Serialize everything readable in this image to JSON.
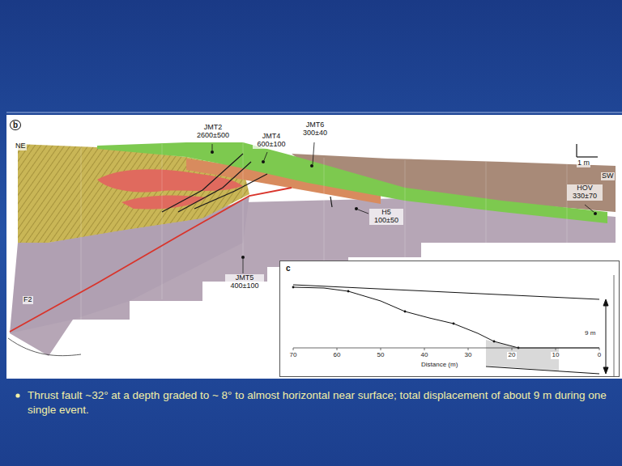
{
  "diagram": {
    "caption": "Thrust fault ~32° at a depth graded to ~ 8° to almost horizontal near surface; total displacement of about 9 m during one single event.",
    "nodes": [
      {
        "text": [
          "b"
        ]
      },
      {
        "text": [
          "c"
        ],
        "in": 0
      }
    ],
    "labels": [
      "NE",
      "SW",
      "JMT2 2600±500",
      "JMT4 600±100",
      "JMT6 300±40",
      "H5 100±50",
      "JMT5 400±100",
      "HOV 330±70",
      "F2",
      "1 m",
      "70",
      "60",
      "50",
      "40",
      "30",
      "20",
      "10",
      "0",
      "Distance (m)",
      "9 m"
    ]
  }
}
